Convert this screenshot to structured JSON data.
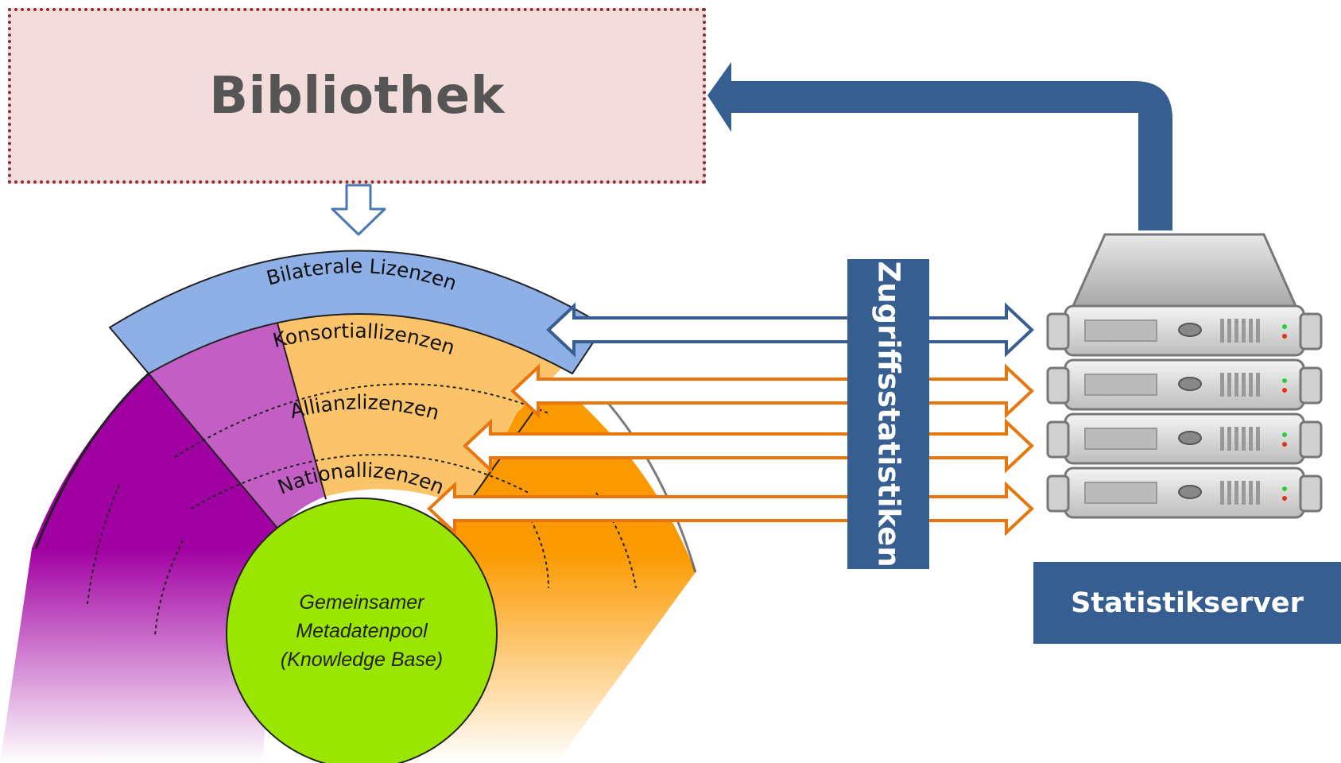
{
  "library": {
    "title": "Bibliothek"
  },
  "access_stats": {
    "label": "Zugriffsstatistiken"
  },
  "server": {
    "label": "Statistikserver",
    "icon": "server-rack-icon"
  },
  "license_layers": [
    {
      "label": "Bilaterale Lizenzen",
      "color": "#8eb0e6"
    },
    {
      "label": "Konsortiallizenzen",
      "color": "#fcc46a"
    },
    {
      "label": "Allianzlizenzen",
      "color": "#fcc46a"
    },
    {
      "label": "Nationallizenzen",
      "color": "#fcc46a"
    }
  ],
  "metadata_pool": {
    "lines": [
      "Gemeinsamer",
      "Metadatenpool",
      "(Knowledge Base)"
    ],
    "color": "#9ae600"
  },
  "colors": {
    "library_fill": "#f3dcdc",
    "library_border": "#8c2f2f",
    "navy": "#375e90",
    "arrow_blue": "#375e90",
    "arrow_orange": "#e8760f",
    "purple_light": "#c35fc4",
    "purple_dark": "#a100a2",
    "orange_dark": "#fb9a00"
  }
}
